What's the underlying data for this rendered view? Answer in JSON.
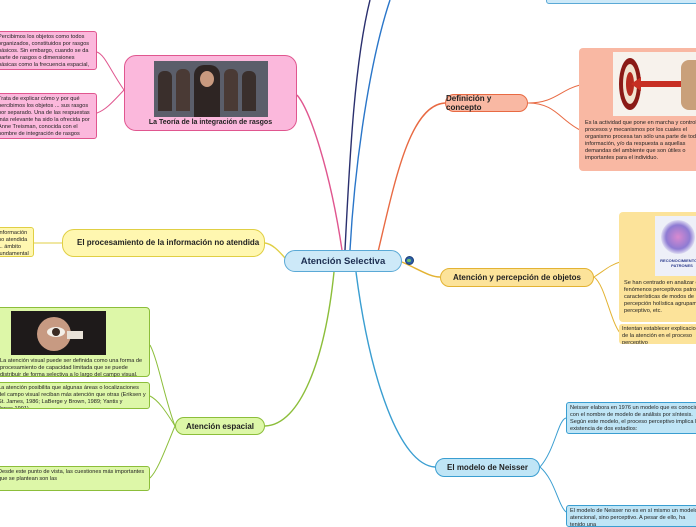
{
  "central": {
    "label": "Atención Selectiva",
    "icon": "globe-icon"
  },
  "branches": {
    "definicion": {
      "label": "Definición y concepto",
      "note": "Es la actividad que pone en marcha y controla los procesos y mecanismos por los cuales el organismo procesa tan sólo una parte de toda la información, y/o da respuesta a aquellas demandas del ambiente que son útiles o importantes para el individuo."
    },
    "percepcion": {
      "label": "Atención y percepción de objetos",
      "note1": "Se han centrado en analizar en fenómenos perceptivos patrones, características de modos de percepción holística agrupamiento perceptivo, etc.",
      "note2": "Intentan establecer explicaciones de la atención en el proceso perceptivo",
      "image_label": "RECONOCIMIENTO DE PATRONES"
    },
    "neisser": {
      "label": "El modelo de Neisser",
      "note1": "Neisser elabora en 1976 un modelo que es conocido con el nombre de modelo de análisis por síntesis. Según este modelo, el proceso perceptivo implica la existencia de dos estadios:",
      "note2": "El modelo de Neisser no es en sí mismo un modelo atencional, sino perceptivo. A pesar de ello, ha tenido una"
    },
    "espacial": {
      "label": "Atención espacial",
      "note1": "La atención visual puede ser definida como una forma de procesamiento de capacidad limitada que se puede distribuir de forma selectiva a lo largo del campo visual.",
      "note2": "La atención posibilita que algunas áreas o localizaciones del campo visual reciban más atención que otras (Eriksen y St. James, 1986; LaBerge y Brown, 1989; Yantis y Jones,1991).",
      "note3": "Desde este punto de vista, las cuestiones más importantes que se plantean son las"
    },
    "no_atendida": {
      "label": "El procesamiento de la información no atendida",
      "note": "Información no atendida ... ámbito fundamental de estudio"
    },
    "rasgos": {
      "label": "La Teoría de la integración de rasgos",
      "note1": "Percibimos los objetos como todos organizados, constituidos por rasgos básicos. Sin embargo, cuando se da parte de rasgos o dimensiones básicas como la frecuencia espacial, brillo y color...",
      "note2": "Trata de explicar cómo y por qué percibimos los objetos ... sus rasgos por separado. Una de las respuestas más relevante ha sido la ofrecida por Anne Treisman, conocida con el nombre de integración de rasgos"
    }
  },
  "colors": {
    "central_fill": "#cde9f8",
    "central_stroke": "#5aa9d6",
    "definicion_fill": "#f9b8a3",
    "definicion_stroke": "#e86a43",
    "percepcion_fill": "#fce39a",
    "percepcion_stroke": "#e3b333",
    "neisser_fill": "#bfe5f6",
    "neisser_stroke": "#3a9ed1",
    "espacial_fill": "#ddf7a8",
    "espacial_stroke": "#8cbe3a",
    "no_atendida_fill": "#fff7b0",
    "no_atendida_stroke": "#e0cf44",
    "rasgos_fill": "#fbb8dc",
    "rasgos_stroke": "#e0568f"
  }
}
